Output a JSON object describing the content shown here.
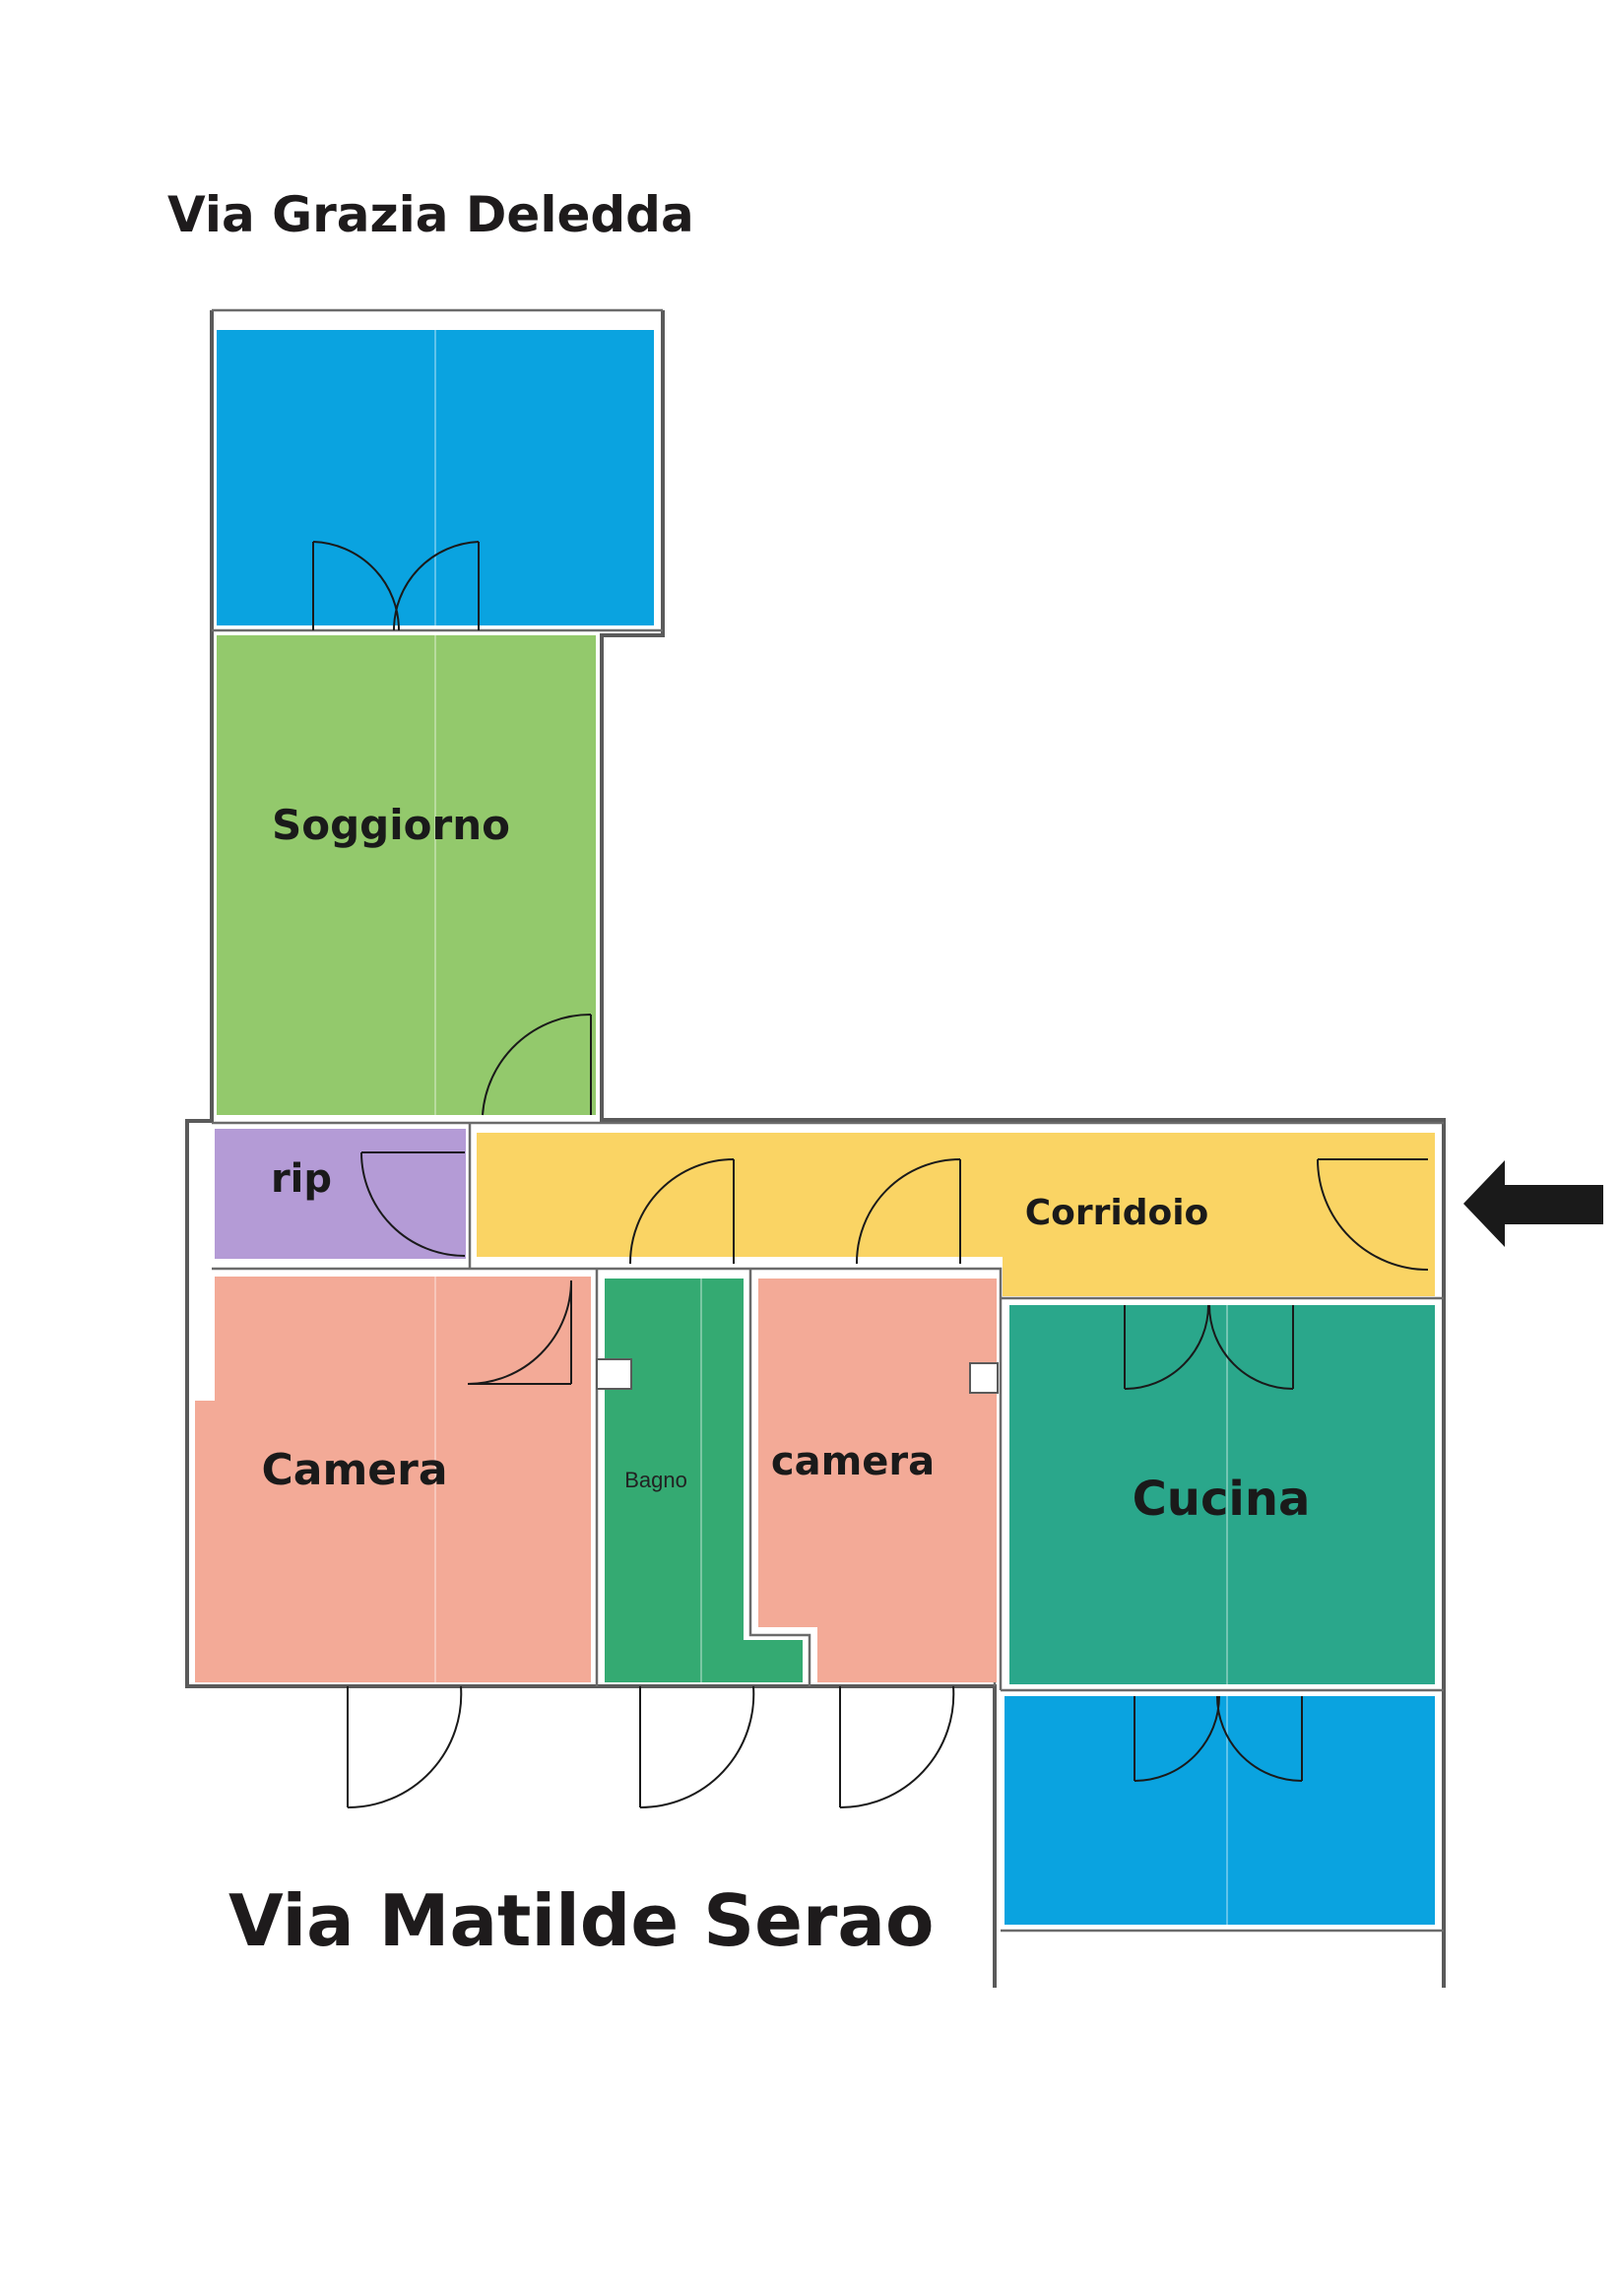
{
  "streets": {
    "top": "Via Grazia Deledda",
    "bottom": "Via Matilde Serao"
  },
  "rooms": {
    "terrace_top": {
      "label": "",
      "color": "#0aa3e0"
    },
    "soggiorno": {
      "label": "Soggiorno",
      "color": "#93c96c"
    },
    "rip": {
      "label": "rip",
      "color": "#b49bd6"
    },
    "corridoio": {
      "label": "Corridoio",
      "color": "#fad464"
    },
    "camera_main": {
      "label": "Camera",
      "color": "#f3aa97"
    },
    "bagno": {
      "label": "Bagno",
      "color": "#34aa72"
    },
    "camera_small": {
      "label": "camera",
      "color": "#f3aa97"
    },
    "cucina": {
      "label": "Cucina",
      "color": "#2aa78b"
    },
    "terrace_bottom": {
      "label": "",
      "color": "#0aa3e0"
    }
  },
  "entrance": {
    "icon": "arrow-left-icon",
    "color": "#1a1a1a"
  }
}
